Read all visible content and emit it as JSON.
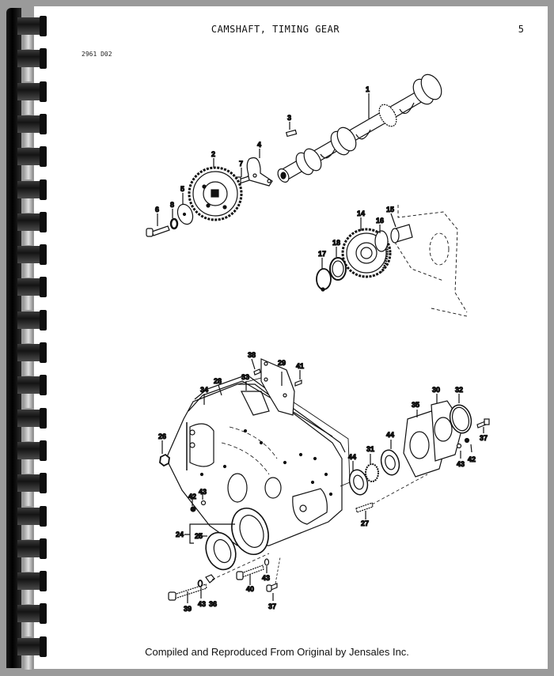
{
  "page": {
    "title": "CAMSHAFT, TIMING GEAR",
    "page_number": "5",
    "figure_code": "2961 D02",
    "footer": "Compiled and Reproduced From Original by Jensales Inc."
  },
  "diagram": {
    "upper_group": {
      "name": "camshaft-assembly",
      "labels": [
        "1",
        "2",
        "3",
        "4",
        "5",
        "6",
        "7",
        "8"
      ]
    },
    "idler_group": {
      "name": "idler-gear-assembly",
      "labels": [
        "14",
        "15",
        "16",
        "17",
        "18"
      ]
    },
    "lower_group": {
      "name": "timing-gear-case-assembly",
      "labels": [
        "24",
        "25",
        "26",
        "27",
        "28",
        "29",
        "30",
        "31",
        "32",
        "33",
        "34",
        "35",
        "36",
        "37",
        "38",
        "39",
        "40",
        "41",
        "42",
        "43",
        "44"
      ]
    }
  },
  "binding": {
    "type": "comb-binding",
    "teeth_count": 20
  }
}
